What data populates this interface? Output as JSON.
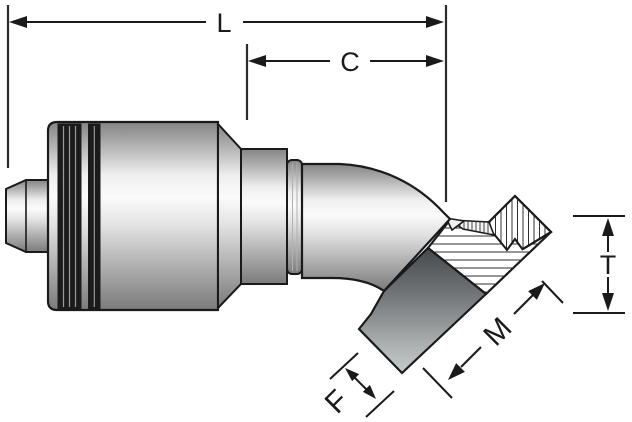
{
  "drawing": {
    "kind": "technical-dimension-diagram",
    "subject": "45-degree flange elbow hose fitting, partial section view",
    "colors": {
      "background": "#ffffff",
      "outline": "#1a1a1a",
      "metal_highlight": "#fbfbfb",
      "metal_shadow": "#7b7b7b",
      "rib_dark": "#1b1b1b",
      "leg_dark": "#46494b"
    },
    "dimensions": {
      "l": {
        "label": "L"
      },
      "c": {
        "label": "C"
      },
      "t": {
        "label": "T"
      },
      "m": {
        "label": "M"
      },
      "f": {
        "label": "F"
      }
    }
  }
}
